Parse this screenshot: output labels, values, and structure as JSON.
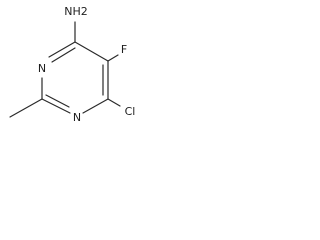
{
  "structure": {
    "atoms": {
      "amine": "NH2",
      "fluorine": "F",
      "chlorine": "Cl",
      "ring_nitrogen_top": "N",
      "ring_nitrogen_bottom": "N"
    }
  },
  "colors": {
    "bond": "#2a2a2a",
    "label": "#1e1e1e",
    "background": "#ffffff"
  }
}
